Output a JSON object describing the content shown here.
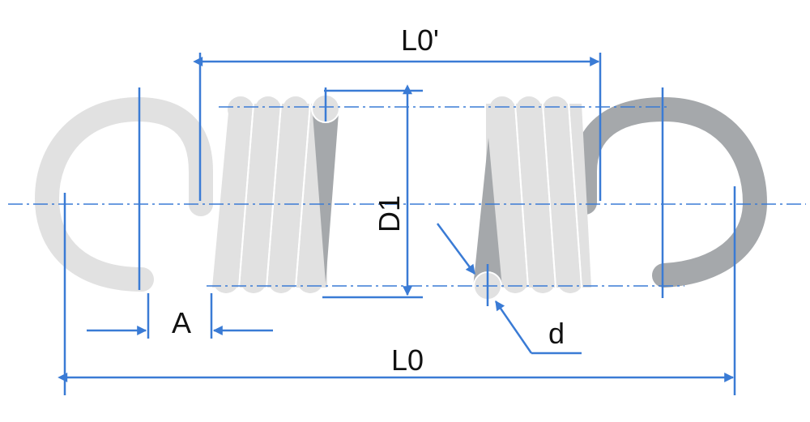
{
  "labels": {
    "free_length_inside": "L0'",
    "free_length": "L0",
    "diameter": "D1",
    "wire": "d",
    "gap": "A"
  },
  "colors": {
    "dimension_line": "#3a7bd5",
    "spring_light": "#e1e1e1",
    "spring_dark": "#a5a8ab",
    "background": "#ffffff"
  }
}
